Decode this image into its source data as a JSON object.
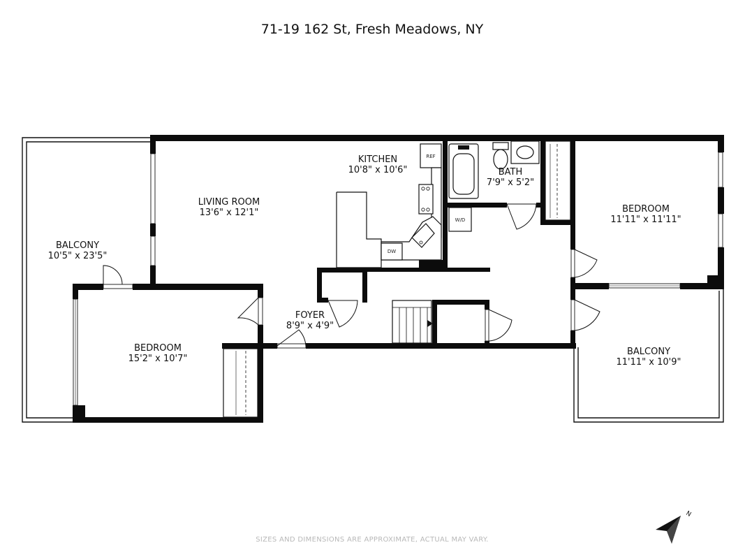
{
  "header": {
    "address": "71-19 162 St, Fresh Meadows, NY"
  },
  "rooms": {
    "kitchen": {
      "name": "KITCHEN",
      "size": "10'8\" x 10'6\""
    },
    "living": {
      "name": "LIVING ROOM",
      "size": "13'6\" x 12'1\""
    },
    "balcony_w": {
      "name": "BALCONY",
      "size": "10'5\" x 23'5\""
    },
    "bath": {
      "name": "BATH",
      "size": "7'9\" x 5'2\""
    },
    "bedroom_e": {
      "name": "BEDROOM",
      "size": "11'11\" x 11'11\""
    },
    "bedroom_w": {
      "name": "BEDROOM",
      "size": "15'2\" x 10'7\""
    },
    "foyer": {
      "name": "FOYER",
      "size": "8'9\" x 4'9\""
    },
    "balcony_e": {
      "name": "BALCONY",
      "size": "11'11\" x 10'9\""
    }
  },
  "fixtures": {
    "ref": "REF",
    "dw": "DW",
    "wd": "W/D"
  },
  "compass": {
    "label": "N"
  },
  "footer": {
    "disclaimer": "SIZES AND DIMENSIONS ARE APPROXIMATE, ACTUAL MAY VARY."
  }
}
